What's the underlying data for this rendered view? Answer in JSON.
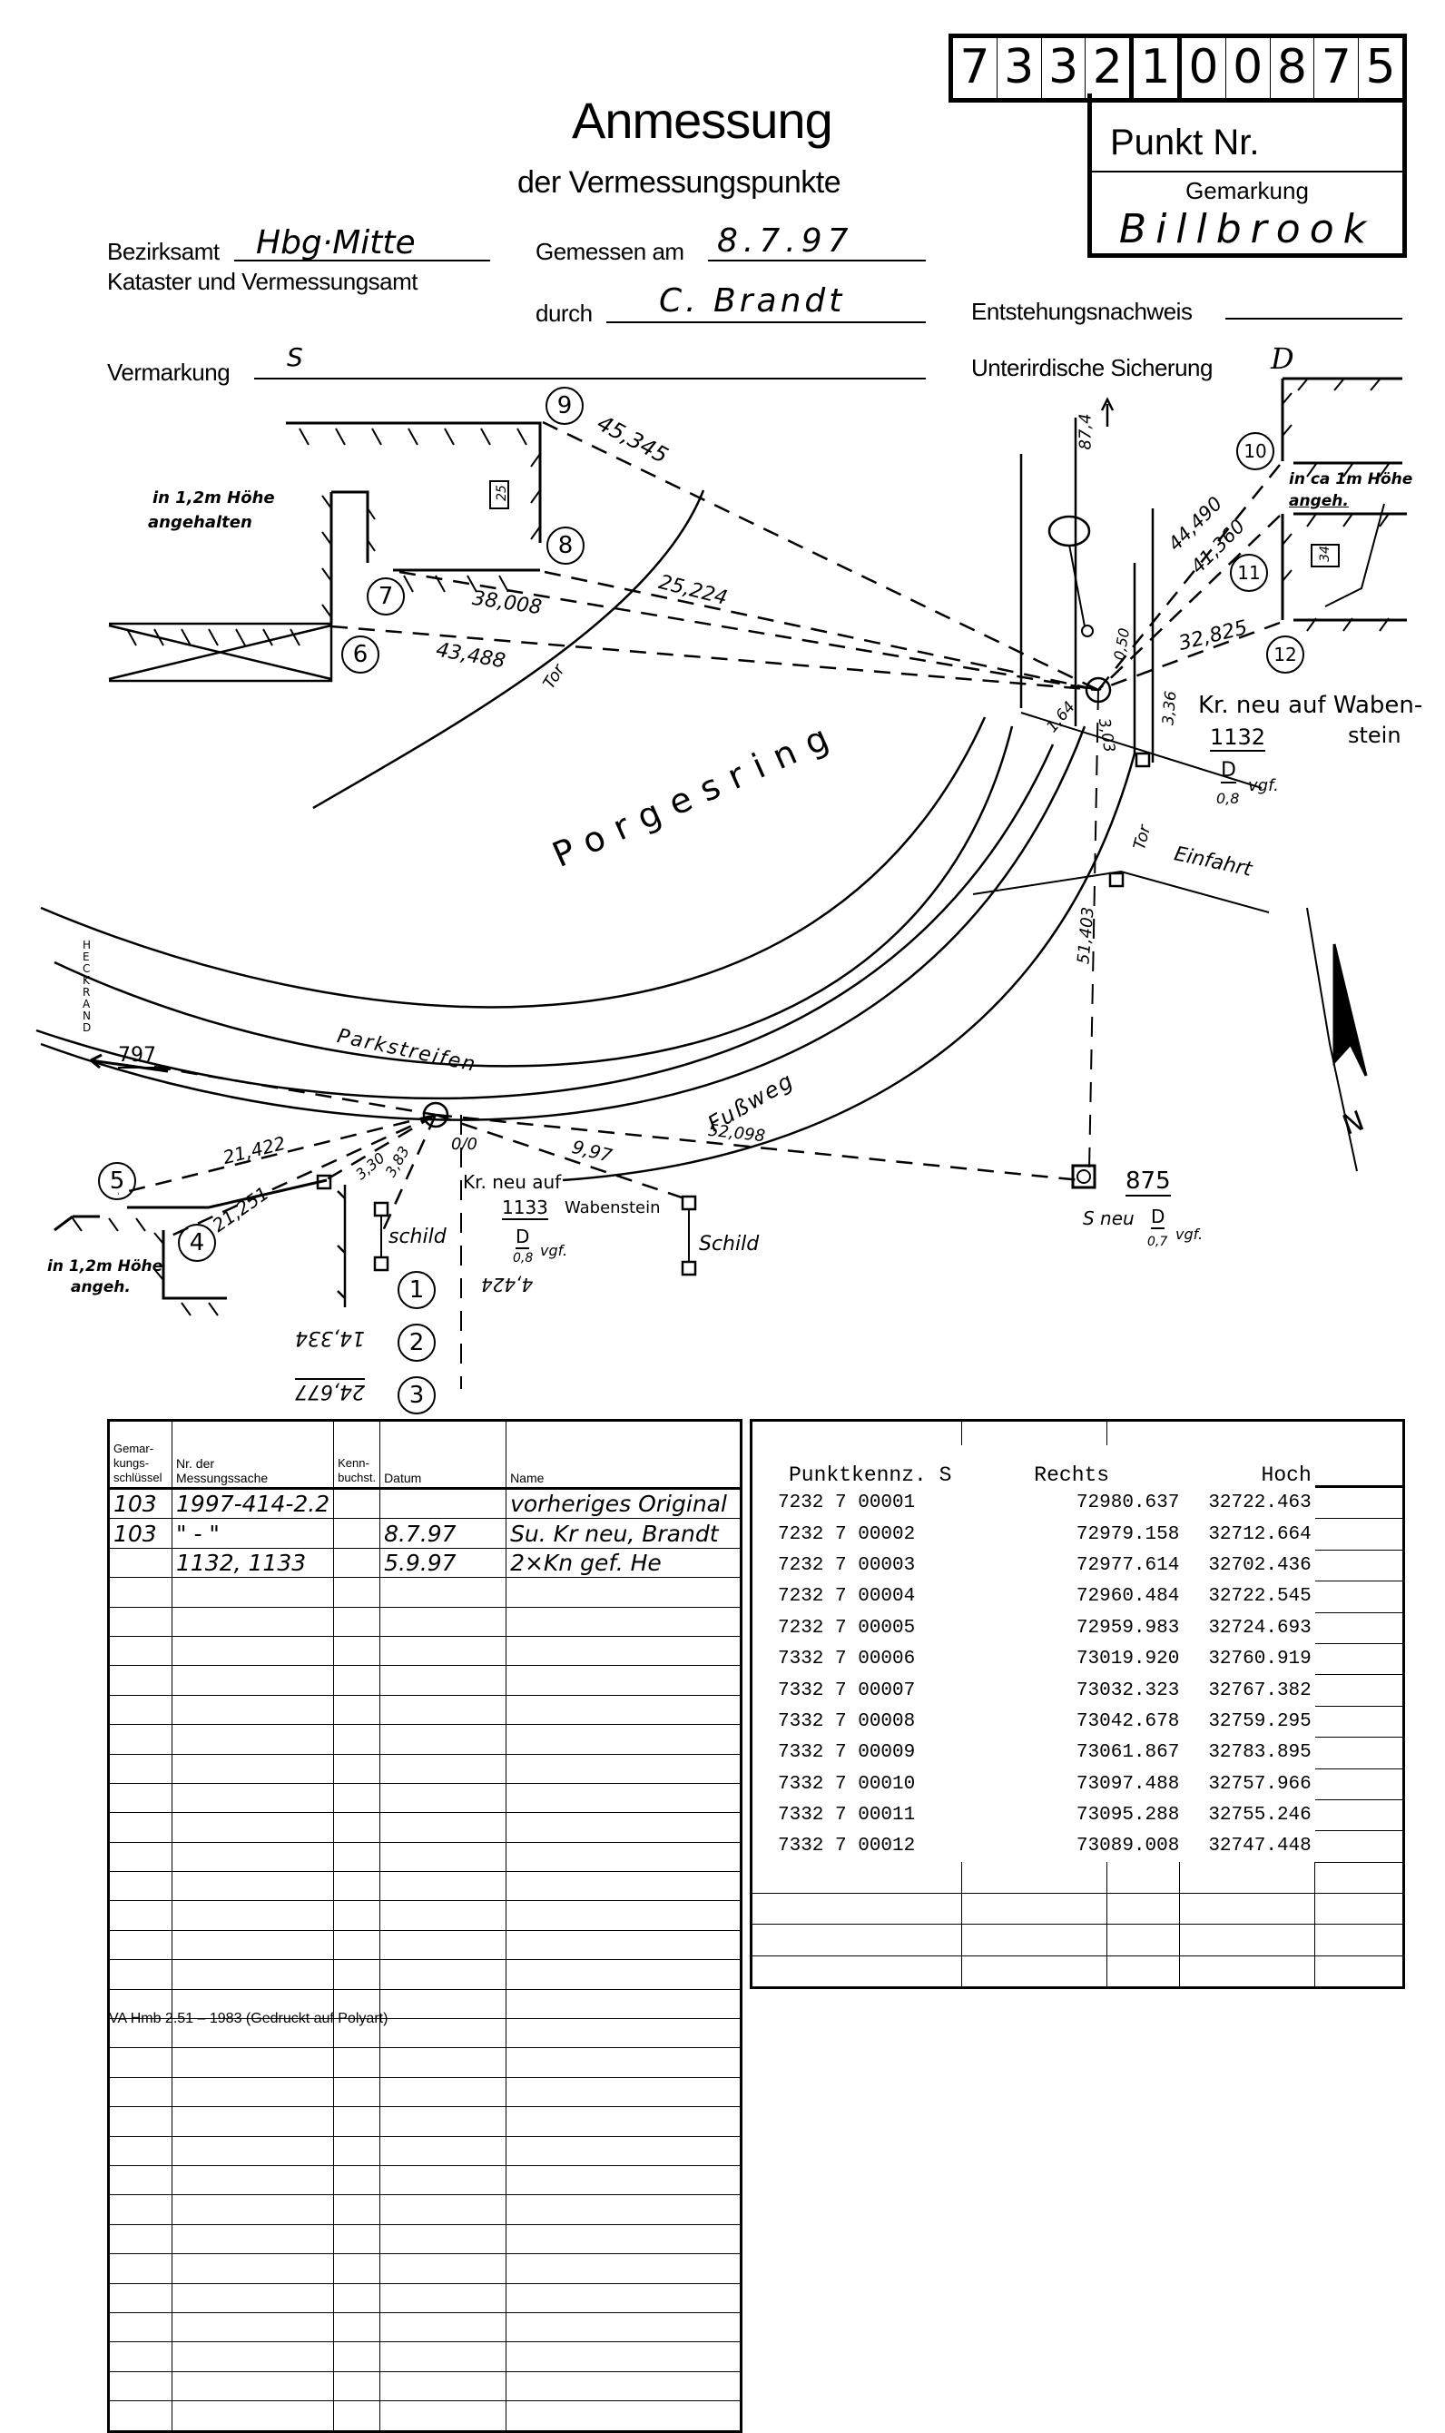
{
  "header": {
    "title": "Anmessung",
    "subtitle": "der Vermessungspunkte",
    "bezirksamt_label": "Bezirksamt",
    "bezirksamt_value": "Hbg·Mitte",
    "amt_label": "Kataster und Vermessungsamt",
    "gemessen_label": "Gemessen am",
    "gemessen_value": "8.7.97",
    "durch_label": "durch",
    "durch_value": "C. Brandt",
    "vermarkung_label": "Vermarkung",
    "vermarkung_value": "S",
    "entstehung_label": "Entstehungsnachweis",
    "entstehung_value": "",
    "sicherung_label": "Unterirdische Sicherung",
    "sicherung_value": "D"
  },
  "punkt_box": {
    "digits": [
      "7",
      "3",
      "3",
      "2",
      "1",
      "0",
      "0",
      "8",
      "7",
      "5"
    ],
    "punkt_label": "Punkt Nr.",
    "gemarkung_label": "Gemarkung",
    "gemarkung_value": "Billbrook"
  },
  "sketch": {
    "points": [
      "1",
      "2",
      "3",
      "4",
      "5",
      "6",
      "7",
      "8",
      "9",
      "10",
      "11",
      "12"
    ],
    "measurements": {
      "m9": "45,345",
      "m7_8": "38,008",
      "m6": "43,488",
      "m25224": "25,224",
      "m874": "87,4",
      "m10": "44,490",
      "m11": "41,360",
      "m12": "32,825",
      "m050": "0,50",
      "m164": "1,64",
      "m303": "3,03",
      "m336": "3,36",
      "m51403": "51,403",
      "m52098": "52,098",
      "m997": "9,97",
      "m21422": "21,422",
      "m21251": "21,251",
      "m330": "3,30",
      "m383": "3,83",
      "m00": "0/0",
      "m1": "4,424",
      "m2": "14,334",
      "m3": "24,677",
      "m797": "797",
      "box25": "25",
      "box34": "34"
    },
    "labels": {
      "hoehe1": "in 1,2m Höhe",
      "hoehe1b": "angehalten",
      "hoehe2": "in ca 1m Höhe",
      "hoehe2b": "angeh.",
      "hoehe3": "in 1,2m Höhe",
      "hoehe3b": "angeh.",
      "tor1": "Tor",
      "tor2": "Tor",
      "einfahrt": "Einfahrt",
      "street": "Porgesring",
      "park": "Parkstreifen",
      "fussweg": "Fußweg",
      "heckrand": "HECKRAND",
      "kr1132_a": "Kr. neu auf Waben-",
      "kr1132_b": "stein",
      "kr1132_num": "1132",
      "kr1132_d": "D",
      "kr1132_depth": "0,8",
      "vgf": "vgf.",
      "kr1133_a": "Kr. neu auf",
      "kr1133_num": "1133",
      "kr1133_b": "Wabenstein",
      "kr1133_d": "D",
      "kr1133_depth": "0,8",
      "schild1": "schild",
      "schild2": "Schild",
      "p875": "875",
      "sneu": "S neu",
      "p875_d": "D",
      "p875_depth": "0,7",
      "north": "N"
    }
  },
  "left_table": {
    "headers": [
      "Gemar-\nkungs-\nschlüssel",
      "Nr. der\nMessungssache",
      "Kenn-\nbuchst.",
      "Datum",
      "Name"
    ],
    "rows": [
      [
        "103",
        "1997-414-2.2",
        "",
        "",
        "vorheriges Original"
      ],
      [
        "103",
        "\" - \"",
        "",
        "8.7.97",
        "Su. Kr neu, Brandt"
      ],
      [
        "",
        "1132, 1133",
        "",
        "5.9.97",
        "2×Kn gef. He"
      ]
    ],
    "empty_rows": 29
  },
  "right_table": {
    "headers": [
      "Punktkennz.",
      "S",
      "Rechts",
      "Hoch"
    ],
    "rows": [
      [
        "7232 7 00001",
        "72980.637",
        "32722.463"
      ],
      [
        "7232 7 00002",
        "72979.158",
        "32712.664"
      ],
      [
        "7232 7 00003",
        "72977.614",
        "32702.436"
      ],
      [
        "7232 7 00004",
        "72960.484",
        "32722.545"
      ],
      [
        "7232 7 00005",
        "72959.983",
        "32724.693"
      ],
      [
        "7332 7 00006",
        "73019.920",
        "32760.919"
      ],
      [
        "7332 7 00007",
        "73032.323",
        "32767.382"
      ],
      [
        "7332 7 00008",
        "73042.678",
        "32759.295"
      ],
      [
        "7332 7 00009",
        "73061.867",
        "32783.895"
      ],
      [
        "7332 7 00010",
        "73097.488",
        "32757.966"
      ],
      [
        "7332 7 00011",
        "73095.288",
        "32755.246"
      ],
      [
        "7332 7 00012",
        "73089.008",
        "32747.448"
      ]
    ],
    "empty_rows": 4
  },
  "footer": "VA Hmb 2.51 – 1983 (Gedruckt auf Polyart)"
}
